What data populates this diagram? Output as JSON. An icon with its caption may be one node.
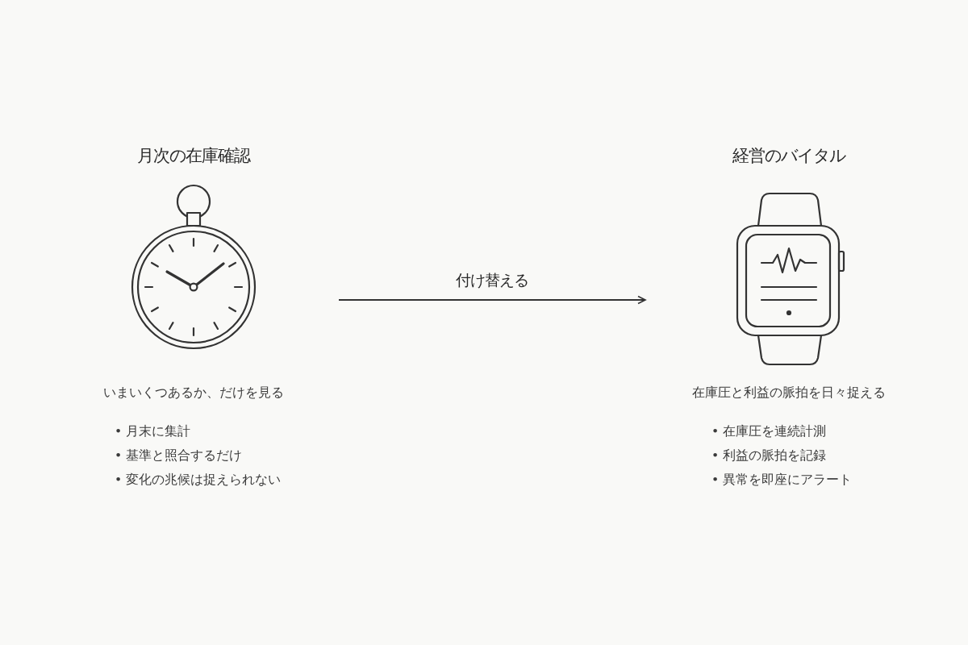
{
  "diagram": {
    "nodes": [
      {
        "text": [
          "月次の在庫確認"
        ],
        "beside": [
          "いまいくつあるか、だけを見る",
          "• 月末に集計",
          "• 基準と照合するだけ",
          "• 変化の兆候は捉えられない"
        ]
      },
      {
        "text": [
          "経営のバイタル"
        ],
        "beside": [
          "在庫圧と利益の脈拍を日々捉える",
          "• 在庫圧を連続計測",
          "• 利益の脈拍を記録",
          "• 異常を即座にアラート"
        ]
      }
    ],
    "edges": [
      {
        "from": 0,
        "to": 1,
        "arrow": "to",
        "label": "付け替える"
      }
    ]
  }
}
